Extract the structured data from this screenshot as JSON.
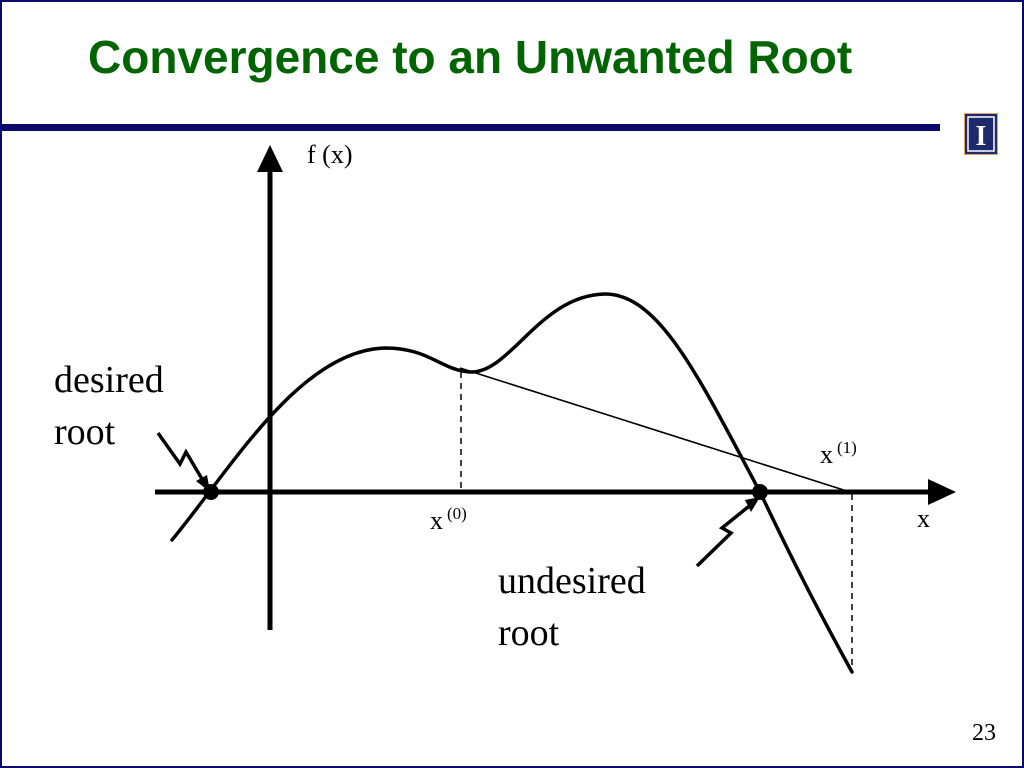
{
  "slide": {
    "title": "Convergence to an Unwanted Root",
    "page_number": "23",
    "title_color": "#006400",
    "rule_color": "#0a0a6e"
  },
  "diagram": {
    "y_axis_label": "f (x)",
    "x_axis_label": "x",
    "x0_label_base": "x",
    "x0_label_sup": "(0)",
    "x1_label_base": "x",
    "x1_label_sup": "(1)",
    "desired_root_line1": "desired",
    "desired_root_line2": "root",
    "undesired_root_line1": "undesired",
    "undesired_root_line2": "root"
  },
  "logo": {
    "icon": "university-illinois-block-i-icon",
    "letter": "I",
    "colors": {
      "background": "#1d2a6b",
      "border": "#e8a060",
      "letter": "#ffffff"
    }
  }
}
